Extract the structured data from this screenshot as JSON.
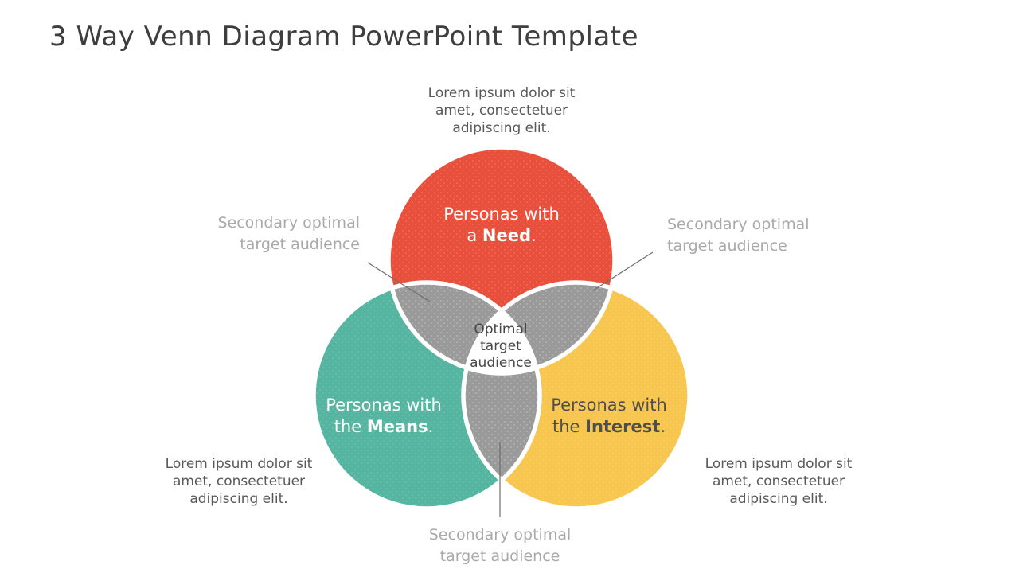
{
  "title": "3 Way Venn Diagram PowerPoint Template",
  "colors": {
    "red": "#E8503C",
    "teal": "#55B5A0",
    "yellow": "#F7C64F",
    "gray": "#9A9A9A",
    "center_white": "#FFFFFF",
    "leader_line": "#6E6E6E",
    "dark_text": "#595959",
    "light_text": "#A9A9A9",
    "title_text": "#3E3E3E"
  },
  "venn": {
    "circles": {
      "need": {
        "line1": "Personas with",
        "line2_prefix": "a ",
        "keyword": "Need",
        "suffix": "."
      },
      "means": {
        "line1": "Personas with",
        "line2_prefix": "the ",
        "keyword": "Means",
        "suffix": "."
      },
      "interest": {
        "line1": "Personas with",
        "line2_prefix": "the ",
        "keyword": "Interest",
        "suffix": "."
      }
    },
    "center": {
      "lines": [
        "Optimal",
        "target",
        "audience"
      ]
    }
  },
  "notes": {
    "top": {
      "lines": [
        "Lorem ipsum dolor sit",
        "amet, consectetuer",
        "adipiscing elit."
      ]
    },
    "bottom_left": {
      "lines": [
        "Lorem ipsum dolor sit",
        "amet, consectetuer",
        "adipiscing elit."
      ]
    },
    "bottom_right": {
      "lines": [
        "Lorem ipsum dolor sit",
        "amet, consectetuer",
        "adipiscing elit."
      ]
    },
    "secondary_left": {
      "lines": [
        "Secondary optimal",
        "target audience"
      ]
    },
    "secondary_right": {
      "lines": [
        "Secondary optimal",
        "target audience"
      ]
    },
    "secondary_bottom": {
      "lines": [
        "Secondary optimal",
        "target audience"
      ]
    }
  }
}
